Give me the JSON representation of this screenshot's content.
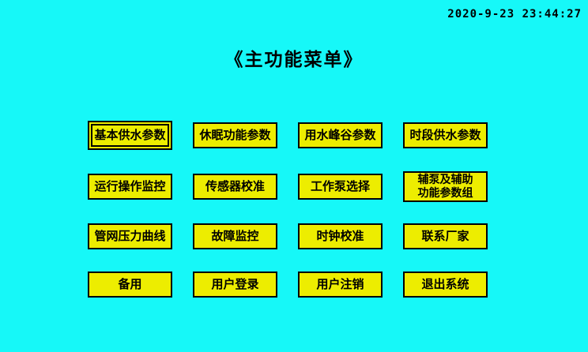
{
  "header": {
    "timestamp": "2020-9-23 23:44:27"
  },
  "title": "《主功能菜单》",
  "menu": {
    "buttons": [
      {
        "label": "基本供水参数",
        "selected": true
      },
      {
        "label": "休眠功能参数"
      },
      {
        "label": "用水峰谷参数"
      },
      {
        "label": "时段供水参数"
      },
      {
        "label": "运行操作监控"
      },
      {
        "label": "传感器校准"
      },
      {
        "label": "工作泵选择"
      },
      {
        "label": "辅泵及辅助\n功能参数组"
      },
      {
        "label": "管网压力曲线"
      },
      {
        "label": "故障监控"
      },
      {
        "label": "时钟校准"
      },
      {
        "label": "联系厂家"
      },
      {
        "label": "备用"
      },
      {
        "label": "用户登录"
      },
      {
        "label": "用户注销"
      },
      {
        "label": "退出系统"
      }
    ]
  },
  "colors": {
    "background": "#16F8F8",
    "button": "#EDED00",
    "border": "#000000",
    "text": "#000000"
  }
}
